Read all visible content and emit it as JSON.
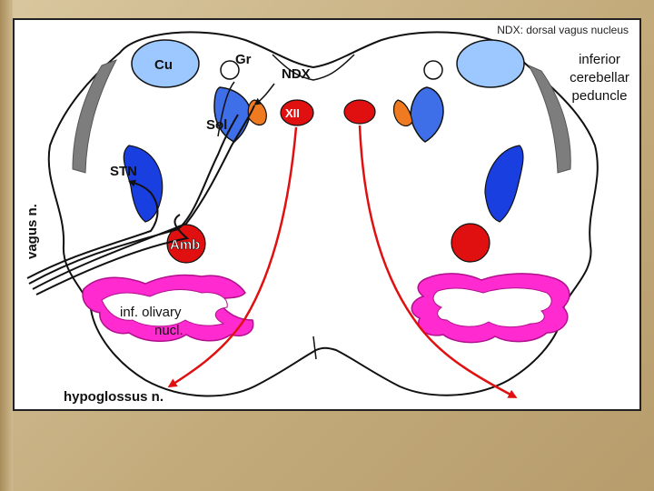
{
  "caption": "NDX: dorsal vagus nucleus",
  "labels": {
    "cu": "Cu",
    "gr": "Gr",
    "ndx": "NDX",
    "sol": "Sol",
    "xii": "XII",
    "stn": "STN",
    "amb": "Amb",
    "vagus": "vagus n.",
    "olivary_line1": "inf. olivary",
    "olivary_line2": "nucl.",
    "hypoglossus": "hypoglossus n.",
    "icp_line1": "inferior",
    "icp_line2": "cerebellar",
    "icp_line3": "peduncle"
  },
  "colors": {
    "cuneate": "#9dc8ff",
    "gracile": "#ffffff",
    "solitary": "#3e6ee8",
    "ndx": "#f07a20",
    "xii": "#e01010",
    "spinal_trigeminal": "#1a3fe0",
    "ambiguus": "#e01010",
    "olive": "#ff2bd0",
    "peduncle": "#808080",
    "nerve_red": "#e01010"
  }
}
